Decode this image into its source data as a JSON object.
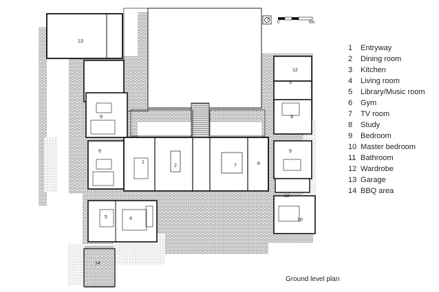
{
  "legend": [
    {
      "num": "1",
      "label": "Entryway"
    },
    {
      "num": "2",
      "label": "Dining room"
    },
    {
      "num": "3",
      "label": "Kitchen"
    },
    {
      "num": "4",
      "label": "Living room"
    },
    {
      "num": "5",
      "label": "Library/Music room"
    },
    {
      "num": "6",
      "label": "Gym"
    },
    {
      "num": "7",
      "label": "TV room"
    },
    {
      "num": "8",
      "label": "Study"
    },
    {
      "num": "9",
      "label": "Bedroom"
    },
    {
      "num": "10",
      "label": "Master bedroom"
    },
    {
      "num": "11",
      "label": "Bathroom"
    },
    {
      "num": "12",
      "label": "Wardrobe"
    },
    {
      "num": "13",
      "label": "Garage"
    },
    {
      "num": "14",
      "label": "BBQ area"
    }
  ],
  "caption": "Ground level plan",
  "scale": {
    "start": "0",
    "end": "5m"
  },
  "plan_labels": {
    "garage": "13",
    "bedroom_nw1": "9",
    "bedroom_nw2": "9",
    "wardrobe_ne": "12",
    "bedroom_ne1": "9",
    "bedroom_ne2": "9",
    "bedroom_ne3": "9",
    "wardrobe_e": "12",
    "master": "10",
    "entry": "1",
    "dining": "2",
    "tv": "7",
    "study": "8",
    "library": "5",
    "living": "4",
    "bbq": "14"
  }
}
